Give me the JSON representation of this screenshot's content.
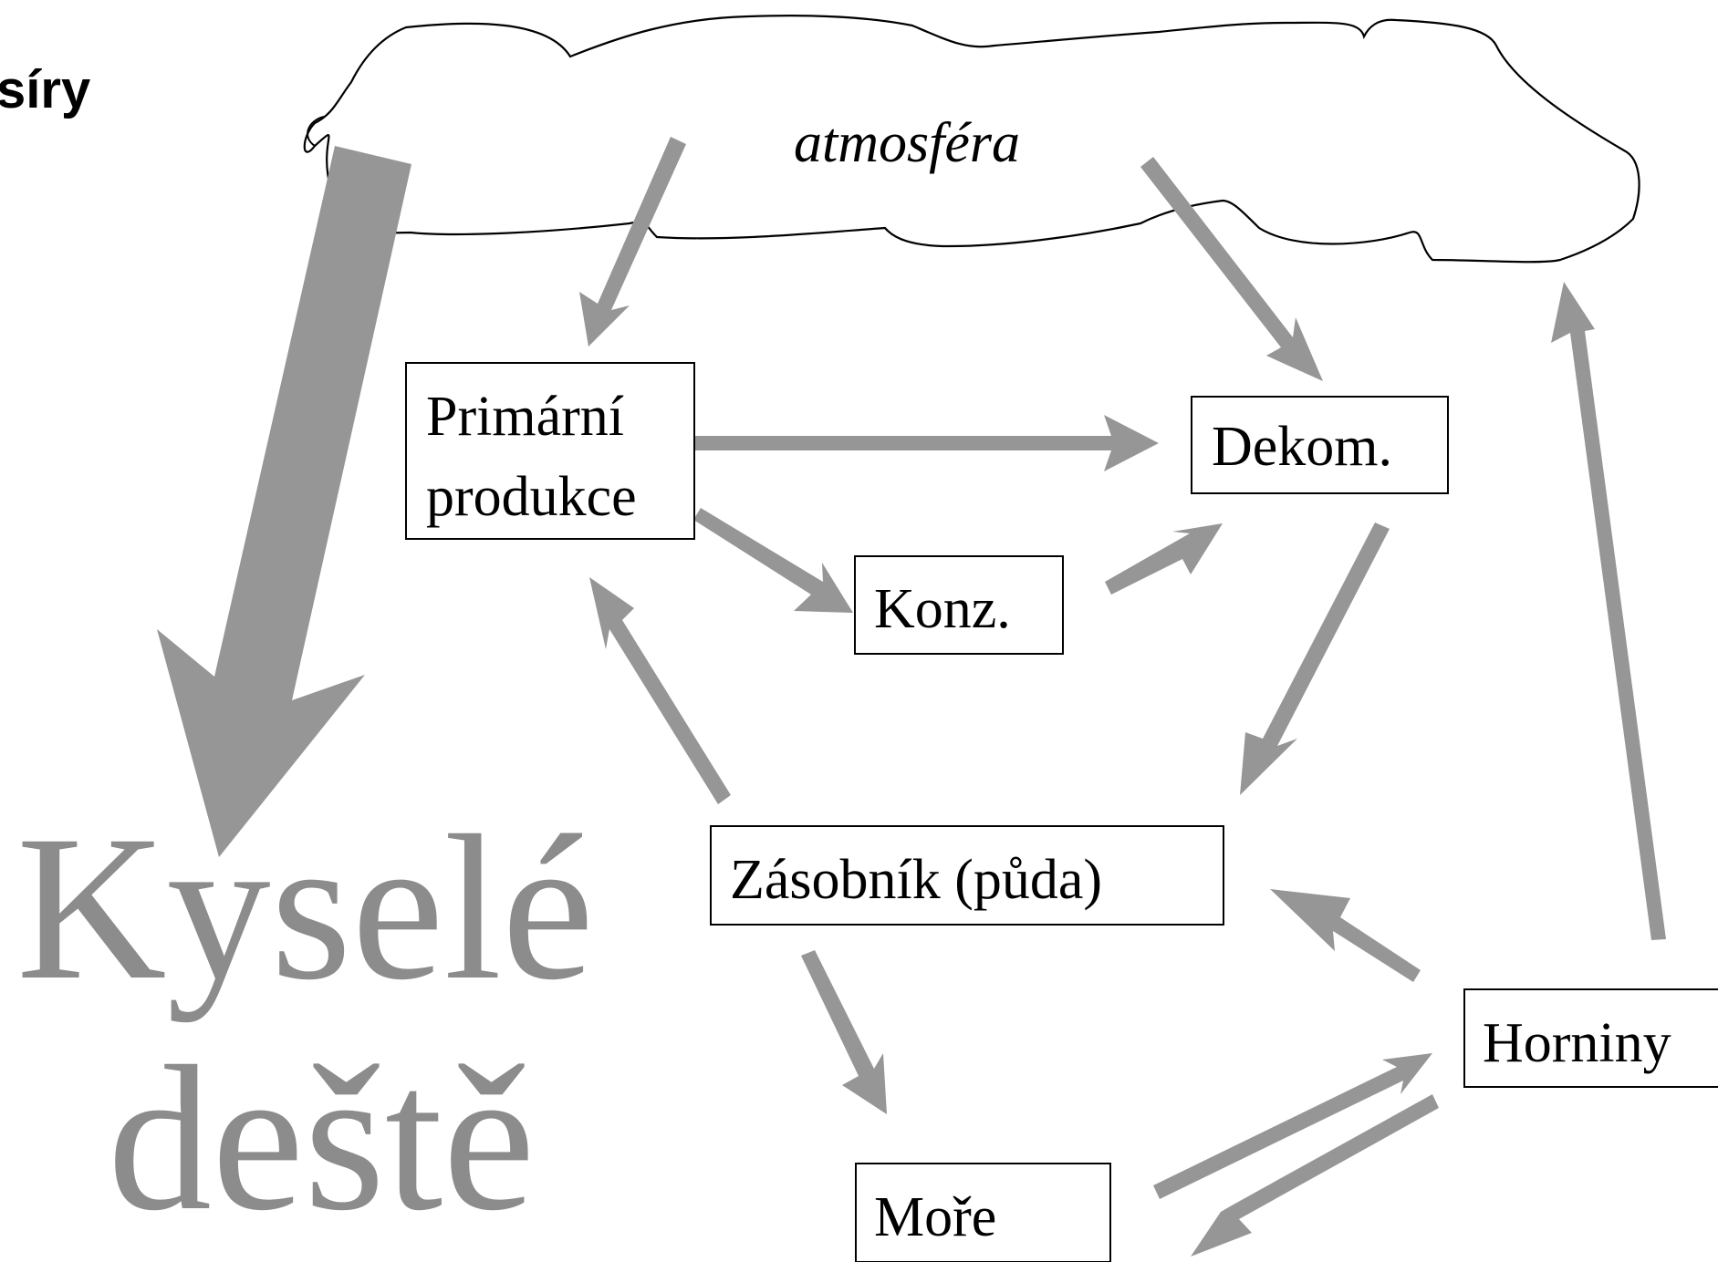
{
  "corner_title": "síry",
  "atmosphere_label": "atmosféra",
  "big_label": {
    "line1": "Kyselé",
    "line2": "deště"
  },
  "nodes": {
    "primary": {
      "line1": "Primární",
      "line2": "produkce"
    },
    "decomp": "Dekom.",
    "consumers": "Konz.",
    "soil": "Zásobník (půda)",
    "sea": "Moře",
    "rocks": "Horniny"
  },
  "colors": {
    "arrow": "#969696",
    "big_text": "#8c8c8c",
    "box_border": "#000000"
  }
}
